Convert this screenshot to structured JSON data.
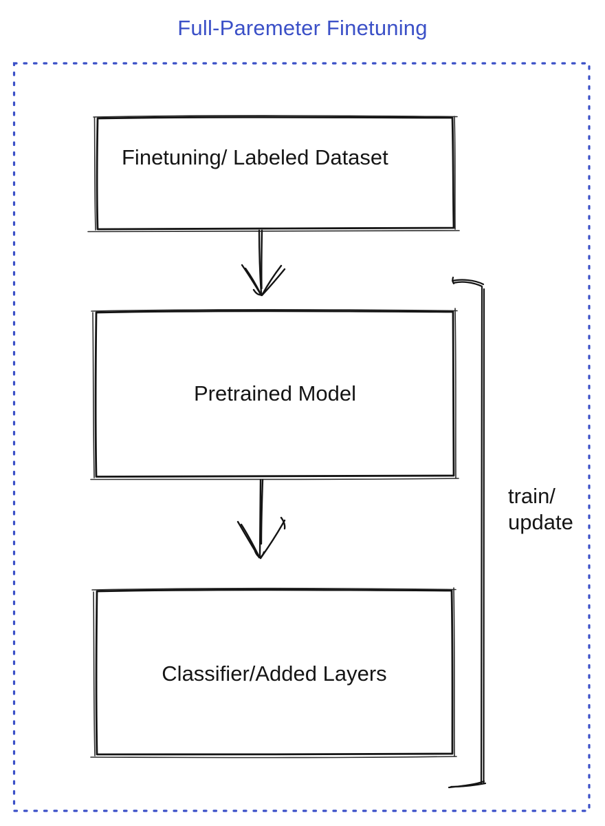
{
  "diagram": {
    "title": "Full-Paremeter Finetuning",
    "boxes": [
      {
        "id": "finetuning-dataset",
        "label": "Finetuning/ Labeled Dataset",
        "fill": "#8a939e"
      },
      {
        "id": "pretrained-model",
        "label": "Pretrained Model",
        "fill": "#4b71e8"
      },
      {
        "id": "classifier-added-layers",
        "label": "Classifier/Added Layers",
        "fill": "#3ebc5f"
      }
    ],
    "connections": [
      {
        "from": "finetuning-dataset",
        "to": "pretrained-model",
        "type": "arrow-down"
      },
      {
        "from": "pretrained-model",
        "to": "classifier-added-layers",
        "type": "arrow-down"
      }
    ],
    "bracket": {
      "label": "train/\nupdate"
    }
  },
  "colors": {
    "accent": "#3b50c7",
    "ink": "#141414",
    "label_text": "#151515",
    "background": "#ffffff"
  }
}
